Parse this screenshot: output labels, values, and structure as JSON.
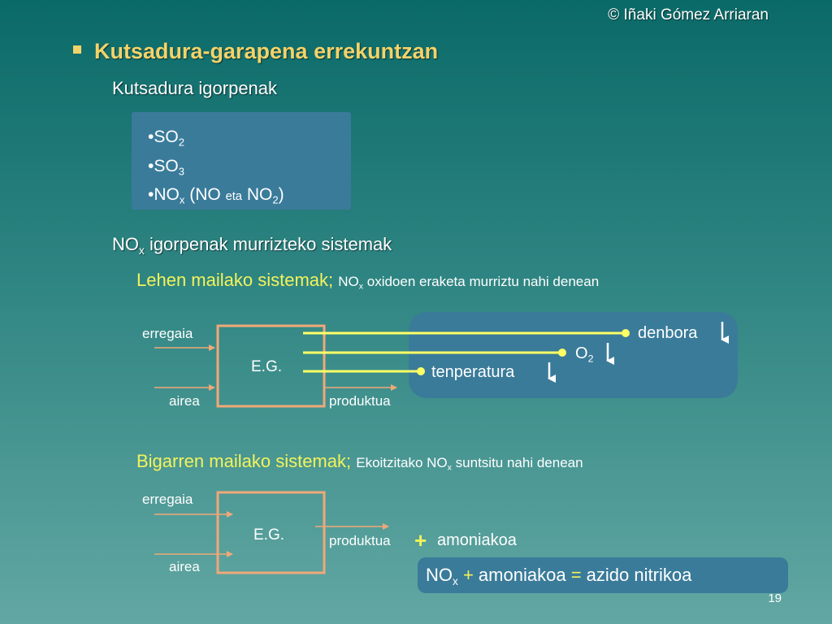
{
  "copyright": "© Iñaki Gómez Arriaran",
  "title": "Kutsadura-garapena errekuntzan",
  "subtitle_emissions": "Kutsadura igorpenak",
  "emissions_list": {
    "so2_base": "SO",
    "so2_sub": "2",
    "so3_base": "SO",
    "so3_sub": "3",
    "nox_base": "NO",
    "nox_sub": "x",
    "nox_paren_open": "(NO",
    "nox_eta": "eta",
    "nox_no2_base": "NO",
    "nox_no2_sub": "2",
    "nox_paren_close": ")"
  },
  "subtitle_systems": {
    "base": "NO",
    "sub": "x",
    "rest": "igorpenak murrizteko sistemak"
  },
  "primary_systems": {
    "label": "Lehen mailako sistemak;",
    "note_base": "NO",
    "note_sub": "x",
    "note_rest": "oxidoen eraketa murriztu nahi denean"
  },
  "secondary_systems": {
    "label": "Bigarren mailako sistemak;",
    "note_pre": "Ekoitzitako NO",
    "note_sub": "x",
    "note_rest": "suntsitu nahi denean"
  },
  "diagram1": {
    "box_label": "E.G.",
    "in_fuel": "erregaia",
    "in_air": "airea",
    "out_product": "produktua",
    "factor_time": "denbora",
    "factor_o2_base": "O",
    "factor_o2_sub": "2",
    "factor_temp": "tenperatura"
  },
  "diagram2": {
    "box_label": "E.G.",
    "in_fuel": "erregaia",
    "in_air": "airea",
    "out_product": "produktua",
    "plus_sign": "+",
    "additive": "amoniakoa"
  },
  "formula": {
    "nox_base": "NO",
    "nox_sub": "x",
    "plus": "+",
    "ammonia": "amoniakoa",
    "equals": "=",
    "result": "azido nitrikoa"
  },
  "page_number": "19",
  "colors": {
    "title": "#f3d36a",
    "highlight": "#f3f35a",
    "box_border": "#f0a878",
    "panel": "#3a7b9a",
    "connector_line": "#ffff66"
  }
}
